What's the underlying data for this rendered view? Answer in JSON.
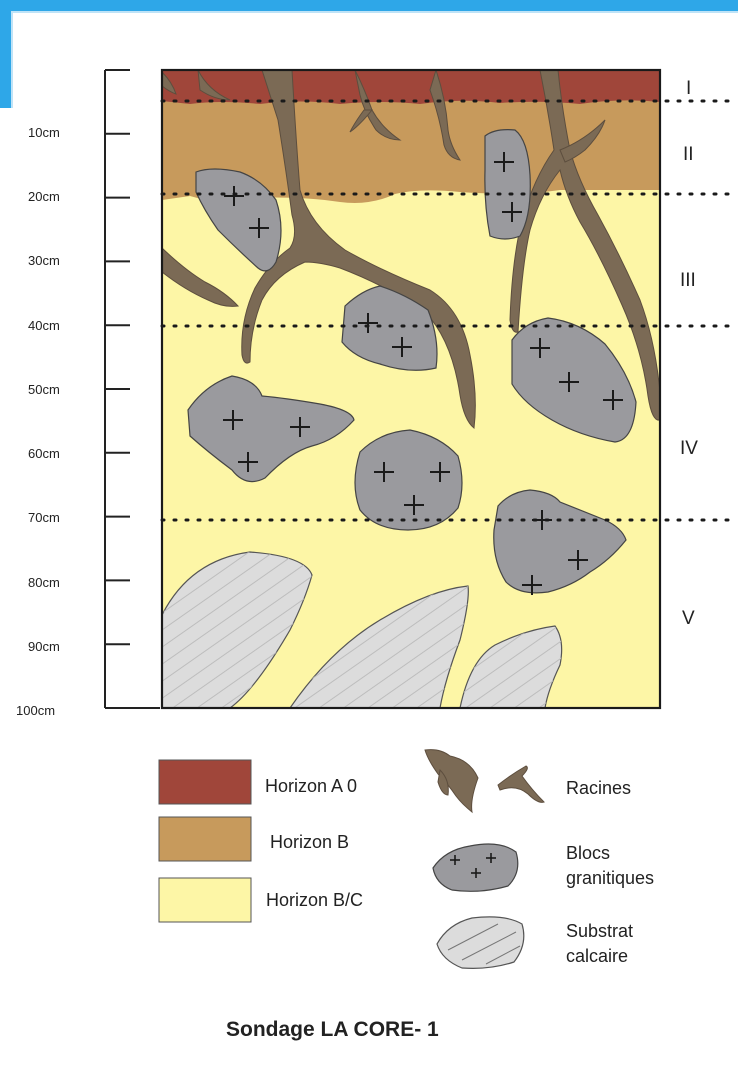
{
  "depth_scale": {
    "labels": [
      "10cm",
      "20cm",
      "30cm",
      "40cm",
      "50cm",
      "60cm",
      "70cm",
      "80cm",
      "90cm",
      "100cm"
    ]
  },
  "horizons": {
    "roman": [
      "I",
      "II",
      "III",
      "IV",
      "V"
    ]
  },
  "legend": {
    "horizon_a0": "Horizon A 0",
    "horizon_b": "Horizon B",
    "horizon_bc": "Horizon B/C",
    "racines": "Racines",
    "blocs_line1": "Blocs",
    "blocs_line2": "granitiques",
    "substrat_line1": "Substrat",
    "substrat_line2": "calcaire"
  },
  "title": "Sondage LA CORE- 1",
  "colors": {
    "horizon_a0": "#a0463a",
    "horizon_b": "#c79a5c",
    "horizon_bc": "#fdf6a6",
    "root": "#7b6a55",
    "granite": "#9a9a9e",
    "limestone": "#dcdcdc",
    "frame": "#2ea7e8"
  }
}
